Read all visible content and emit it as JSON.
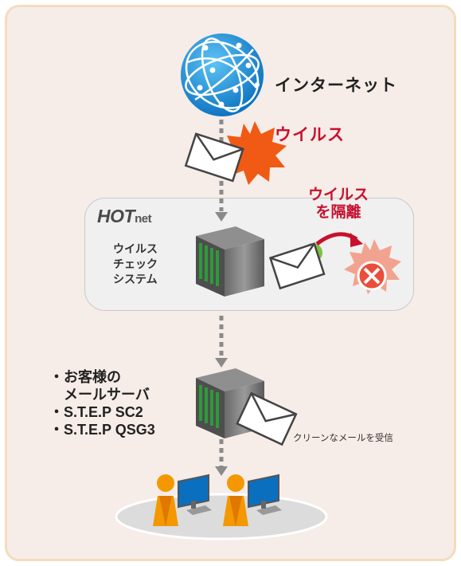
{
  "labels": {
    "internet": "インターネット",
    "virus": "ウイルス",
    "isolate": "ウイルス\nを隔離",
    "hotnet_brand": "HOT",
    "hotnet_suffix": "net",
    "virus_check_system": "ウイルス\nチェック\nシステム",
    "clean_mail": "クリーンなメールを受信"
  },
  "server_list": [
    "・お客様の",
    "　メールサーバ",
    "・S.T.E.P SC2",
    "・S.T.E.P QSG3"
  ],
  "colors": {
    "panel_bg": "#f6ece8",
    "panel_border": "#f3dcbf",
    "virus_red": "#c8102e",
    "globe_blue": "#1c8fd6",
    "virus_orange": "#f05a14",
    "arrow_gray": "#8a8a8a",
    "person_orange": "#f39800"
  },
  "icons": [
    "globe-icon",
    "envelope-icon",
    "virus-burst-icon",
    "server-icon",
    "quarantined-virus-icon",
    "person-icon",
    "computer-icon"
  ]
}
